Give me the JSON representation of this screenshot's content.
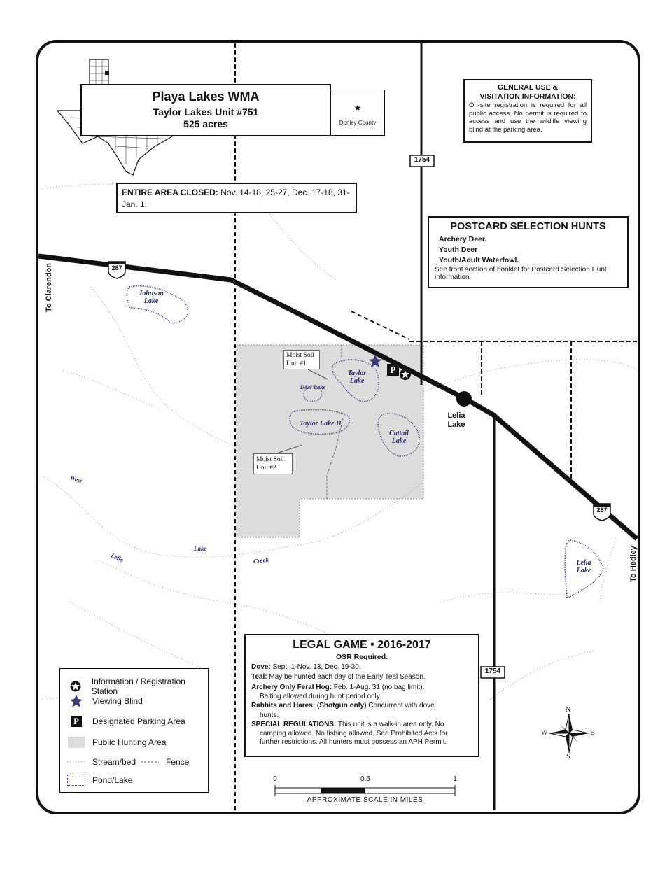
{
  "title": {
    "name": "Playa Lakes WMA",
    "unit": "Taylor Lakes Unit #751",
    "acres": "525 acres",
    "county": "Donley County"
  },
  "general_info": {
    "heading1": "GENERAL USE &",
    "heading2": "VISITATION INFORMATION:",
    "body": "On-site registration is required for all public access. No permit is required to access and use the wildlife viewing blind at the parking area."
  },
  "closure": {
    "label": "ENTIRE AREA CLOSED:",
    "text": " Nov. 14-18, 25-27, Dec. 17-18, 31-Jan. 1."
  },
  "postcard": {
    "heading": "POSTCARD SELECTION HUNTS",
    "items": [
      "Archery Deer",
      "Youth Deer",
      "Youth/Adult Waterfowl"
    ],
    "note": "See front section of booklet for Postcard Selection Hunt information."
  },
  "legal_game": {
    "heading": "LEGAL GAME • 2016-2017",
    "osr": "OSR Required",
    "dove_label": "Dove:",
    "dove_text": " Sept. 1-Nov. 13, Dec. 19-30.",
    "teal_label": "Teal:",
    "teal_text": " May be hunted each day of the Early Teal Season.",
    "hog_label": "Archery Only Feral Hog:",
    "hog_text": " Feb. 1-Aug. 31 (no bag limit).",
    "hog_text2": "Baiting allowed during hunt period only.",
    "rabbit_label": "Rabbits and Hares:",
    "rabbit_shotgun": " (Shotgun only)",
    "rabbit_text": " Concurrent with dove",
    "rabbit_text2": "hunts.",
    "special_label": "SPECIAL REGULATIONS:",
    "special_text": " This unit is a walk-in area only. No",
    "special_text2": "camping allowed. No fishing allowed. See Prohibited Acts for",
    "special_text3": "further restrictions. All hunters must possess an APH Permit."
  },
  "legend": {
    "info_station": "Information / Registration Station",
    "viewing_blind": "Viewing Blind",
    "parking": "Designated Parking Area",
    "parking_symbol": "P",
    "hunting_area": "Public Hunting Area",
    "stream": "Stream/bed",
    "fence": "Fence",
    "pond": "Pond/Lake"
  },
  "roads": {
    "us287_a": "287",
    "us287_b": "287",
    "fm1754_a": "1754",
    "fm1754_b": "1754",
    "to_clarendon": "To Clarendon",
    "to_hedley": "To Hedley",
    "town": "Lelia",
    "town2": "Lake"
  },
  "lakes": {
    "johnson_1": "Johnson",
    "johnson_2": "Lake",
    "taylor_1": "Taylor",
    "taylor_2": "Lake",
    "dj": "D&J Lake",
    "taylor2": "Taylor Lake II",
    "cattail_1": "Cattail",
    "cattail_2": "Lake",
    "lelia_1": "Lelia",
    "lelia_2": "Lake"
  },
  "moist_soil": {
    "u1_1": "Moist Soil",
    "u1_2": "Unit #1",
    "u2_1": "Moist Soil",
    "u2_2": "Unit #2"
  },
  "creek": {
    "w1": "West",
    "w2": "Lelia",
    "w3": "Lake",
    "w4": "Creek"
  },
  "compass": {
    "n": "N",
    "s": "S",
    "e": "E",
    "w": "W"
  },
  "scale": {
    "t0": "0",
    "t1": "0.5",
    "t2": "1",
    "caption": "APPROXIMATE SCALE IN MILES"
  },
  "colors": {
    "hunting_area": "#dcdcdc",
    "lake_outline": "#3a3a7a",
    "lake_text": "#2a2a6a",
    "road": "#111111"
  }
}
